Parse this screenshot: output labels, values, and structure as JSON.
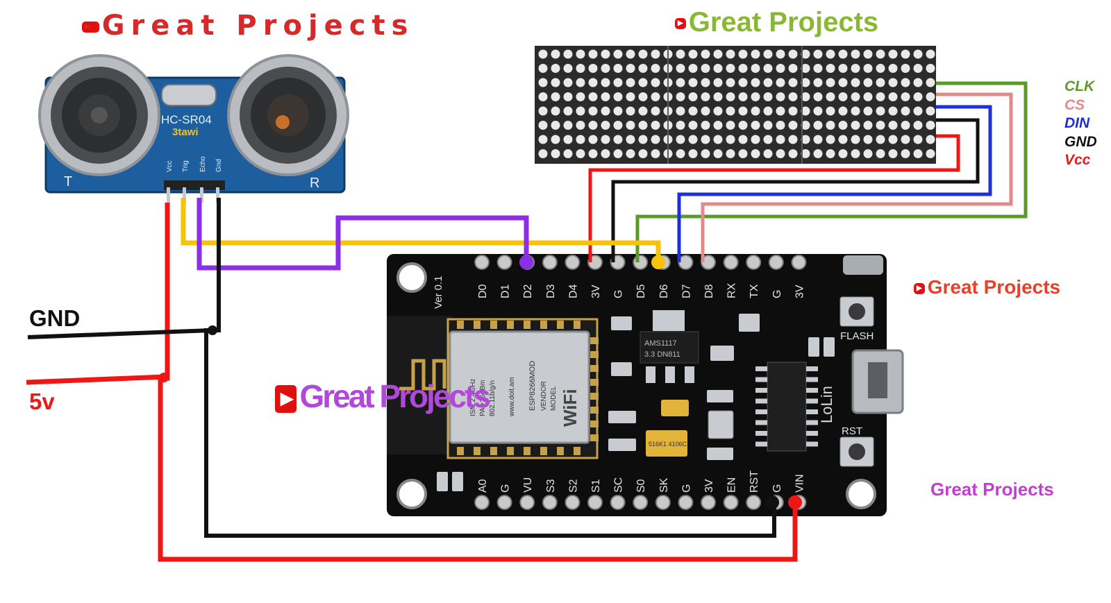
{
  "watermarks": {
    "top_left": "Great Projects",
    "top_right": "Great Projects",
    "right_mid": "Great Projects",
    "center": "Great Projects",
    "bottom_right": "Great Projects"
  },
  "sensor": {
    "model": "HC-SR04",
    "tag": "3tawi",
    "pins": [
      "Vcc",
      "Trig",
      "Echo",
      "Gnd"
    ],
    "side_t": "T",
    "side_r": "R"
  },
  "matrix": {
    "legend": [
      {
        "label": "CLK",
        "color": "#5a9a28"
      },
      {
        "label": "CS",
        "color": "#e08a8a"
      },
      {
        "label": "DIN",
        "color": "#1f2fd6"
      },
      {
        "label": "GND",
        "color": "#111111"
      },
      {
        "label": "Vcc",
        "color": "#e81a1a"
      }
    ]
  },
  "board": {
    "version": "Ver 0.1",
    "top_pins": [
      "D0",
      "D1",
      "D2",
      "D3",
      "D4",
      "3V",
      "G",
      "D5",
      "D6",
      "D7",
      "D8",
      "RX",
      "TX",
      "G",
      "3V"
    ],
    "bottom_pins": [
      "A0",
      "G",
      "VU",
      "S3",
      "S2",
      "S1",
      "SC",
      "S0",
      "SK",
      "G",
      "3V",
      "EN",
      "RST",
      "G",
      "VIN"
    ],
    "module_lines": [
      "ESP8266MOD",
      "VENDOR",
      "MODEL",
      "ISM 2.4GHz",
      "PA +25dBm",
      "802.11b/g/n",
      "www.doit.am"
    ],
    "wifi_text": "WiFi",
    "regulator": [
      "AMS1117",
      "3.3 DN811"
    ],
    "capacitor": "516K1 4106C",
    "flash_label": "FLASH",
    "rst_label": "RST",
    "brand": "LoLin"
  },
  "bus": {
    "gnd_label": "GND",
    "v5_label": "5v"
  },
  "colors": {
    "red": "#f01616",
    "black": "#111111",
    "yellow": "#f7c20a",
    "purple": "#8c2de8",
    "green": "#5a9a28",
    "pink": "#e08a8a",
    "blue": "#1f2fd6"
  }
}
